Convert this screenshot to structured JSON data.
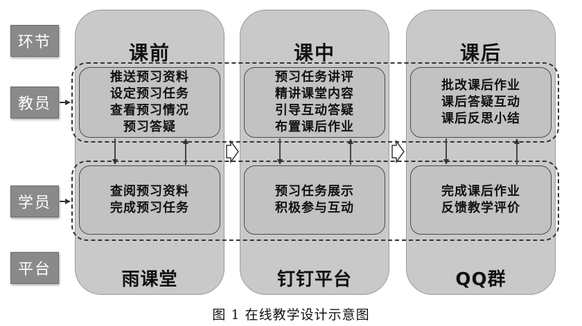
{
  "stages": {
    "stage": "环节",
    "teacher": "教员",
    "student": "学员",
    "platform": "平台"
  },
  "phases": [
    {
      "title": "课前",
      "teacher_tasks": [
        "推送预习资料",
        "设定预习任务",
        "查看预习情况",
        "预习答疑"
      ],
      "student_tasks": [
        "查阅预习资料",
        "完成预习任务"
      ],
      "platform": "雨课堂"
    },
    {
      "title": "课中",
      "teacher_tasks": [
        "预习任务讲评",
        "精讲课堂内容",
        "引导互动答疑",
        "布置课后作业"
      ],
      "student_tasks": [
        "预习任务展示",
        "积极参与互动"
      ],
      "platform": "钉钉平台"
    },
    {
      "title": "课后",
      "teacher_tasks": [
        "批改课后作业",
        "课后答疑互动",
        "课后反思小结"
      ],
      "student_tasks": [
        "完成课后作业",
        "反馈教学评价"
      ],
      "platform": "QQ群"
    }
  ],
  "caption": "图 1 在线教学设计示意图"
}
